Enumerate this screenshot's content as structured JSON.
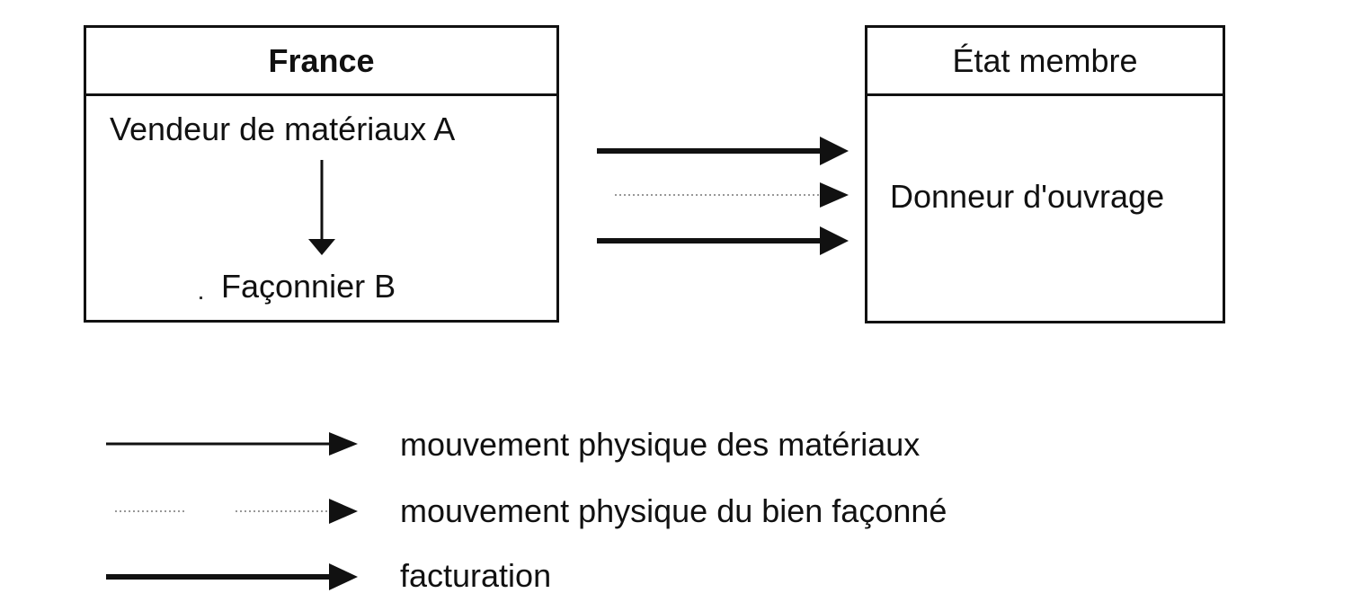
{
  "left_box": {
    "title": "France",
    "top_label": "Vendeur de matériaux A",
    "bottom_label": "Façonnier B"
  },
  "right_box": {
    "title": "État membre",
    "label": "Donneur d'ouvrage"
  },
  "legend": {
    "materials": "mouvement physique des matériaux",
    "finished_good": "mouvement physique du bien façonné",
    "invoicing": "facturation"
  },
  "colors": {
    "stroke": "#111111",
    "dotted": "#777777"
  }
}
